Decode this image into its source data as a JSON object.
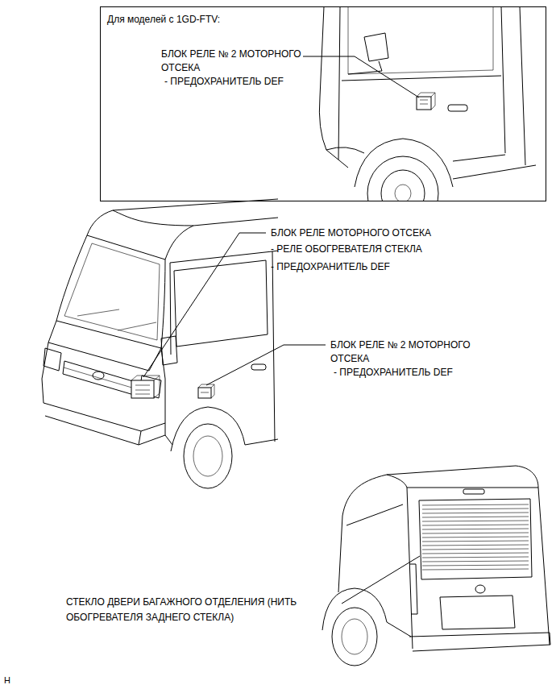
{
  "diagram": {
    "nodes": [
      {
        "text": [
          "Для моделей с 1GD-FTV:"
        ]
      }
    ],
    "labels": [
      "БЛОК РЕЛЕ № 2 МОТОРНОГО ОТСЕКА",
      "- ПРЕДОХРАНИТЕЛЬ DEF",
      "БЛОК РЕЛЕ МОТОРНОГО ОТСЕКА",
      "- РЕЛЕ ОБОГРЕВАТЕЛЯ СТЕКЛА",
      "- ПРЕДОХРАНИТЕЛЬ DEF",
      "БЛОК РЕЛЕ № 2 МОТОРНОГО ОТСЕКА",
      "- ПРЕДОХРАНИТЕЛЬ DEF",
      "СТЕКЛО ДВЕРИ БАГАЖНОГО ОТДЕЛЕНИЯ (НИТЬ ОБОГРЕВАТЕЛЯ ЗАДНЕГО СТЕКЛА)",
      "H"
    ]
  }
}
